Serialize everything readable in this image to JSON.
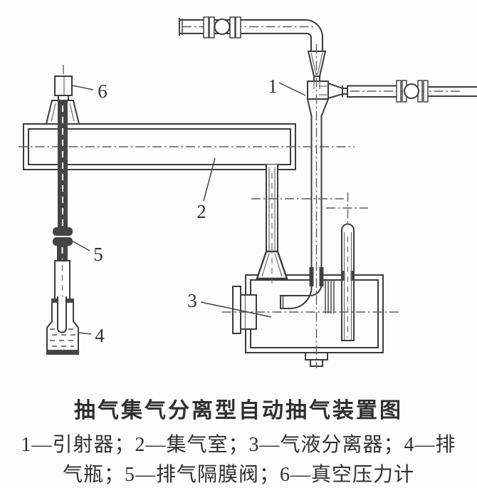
{
  "colors": {
    "ink": "#3c3c3c",
    "centerline": "#5f5f5f",
    "background": "#fdfdfd",
    "text": "#2f2f2f"
  },
  "diagram": {
    "part_labels": {
      "n1": "1",
      "n2": "2",
      "n3": "3",
      "n4": "4",
      "n5": "5",
      "n6": "6"
    }
  },
  "caption": {
    "title": "抽气集气分离型自动抽气装置图",
    "legend_line1": "1—引射器；2—集气室；3—气液分离器；4—排",
    "legend_line2": "气瓶；5—排气隔膜阀；6—真空压力计"
  },
  "legend_parts": [
    {
      "num": "1",
      "name": "引射器"
    },
    {
      "num": "2",
      "name": "集气室"
    },
    {
      "num": "3",
      "name": "气液分离器"
    },
    {
      "num": "4",
      "name": "排气瓶"
    },
    {
      "num": "5",
      "name": "排气隔膜阀"
    },
    {
      "num": "6",
      "name": "真空压力计"
    }
  ]
}
